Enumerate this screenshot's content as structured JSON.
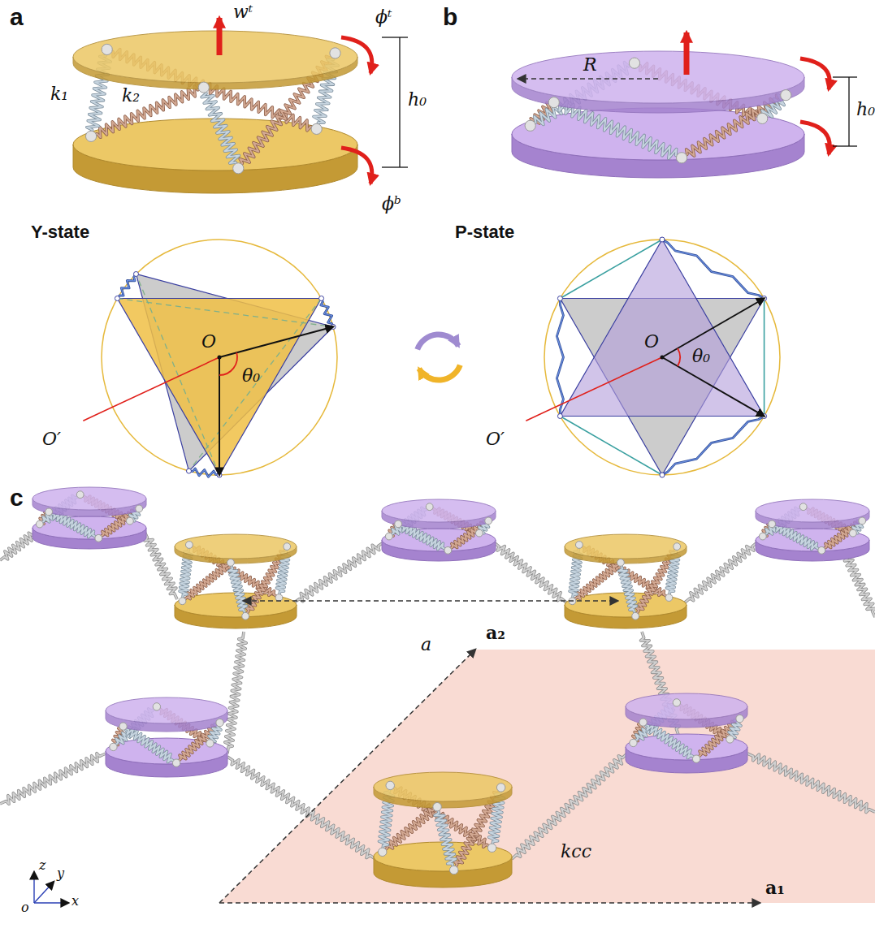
{
  "diagram": {
    "labels": [
      "a",
      "wᵗ",
      "ϕᵗ",
      "k₁",
      "k₂",
      "h₀",
      "ϕᵇ",
      "b",
      "R",
      "h₀",
      "Y-state",
      "O",
      "θ₀",
      "O′",
      "P-state",
      "O",
      "θ₀",
      "O′",
      "c",
      "a",
      "a₂",
      "kcc",
      "a₁",
      "z",
      "y",
      "o",
      "x"
    ]
  }
}
